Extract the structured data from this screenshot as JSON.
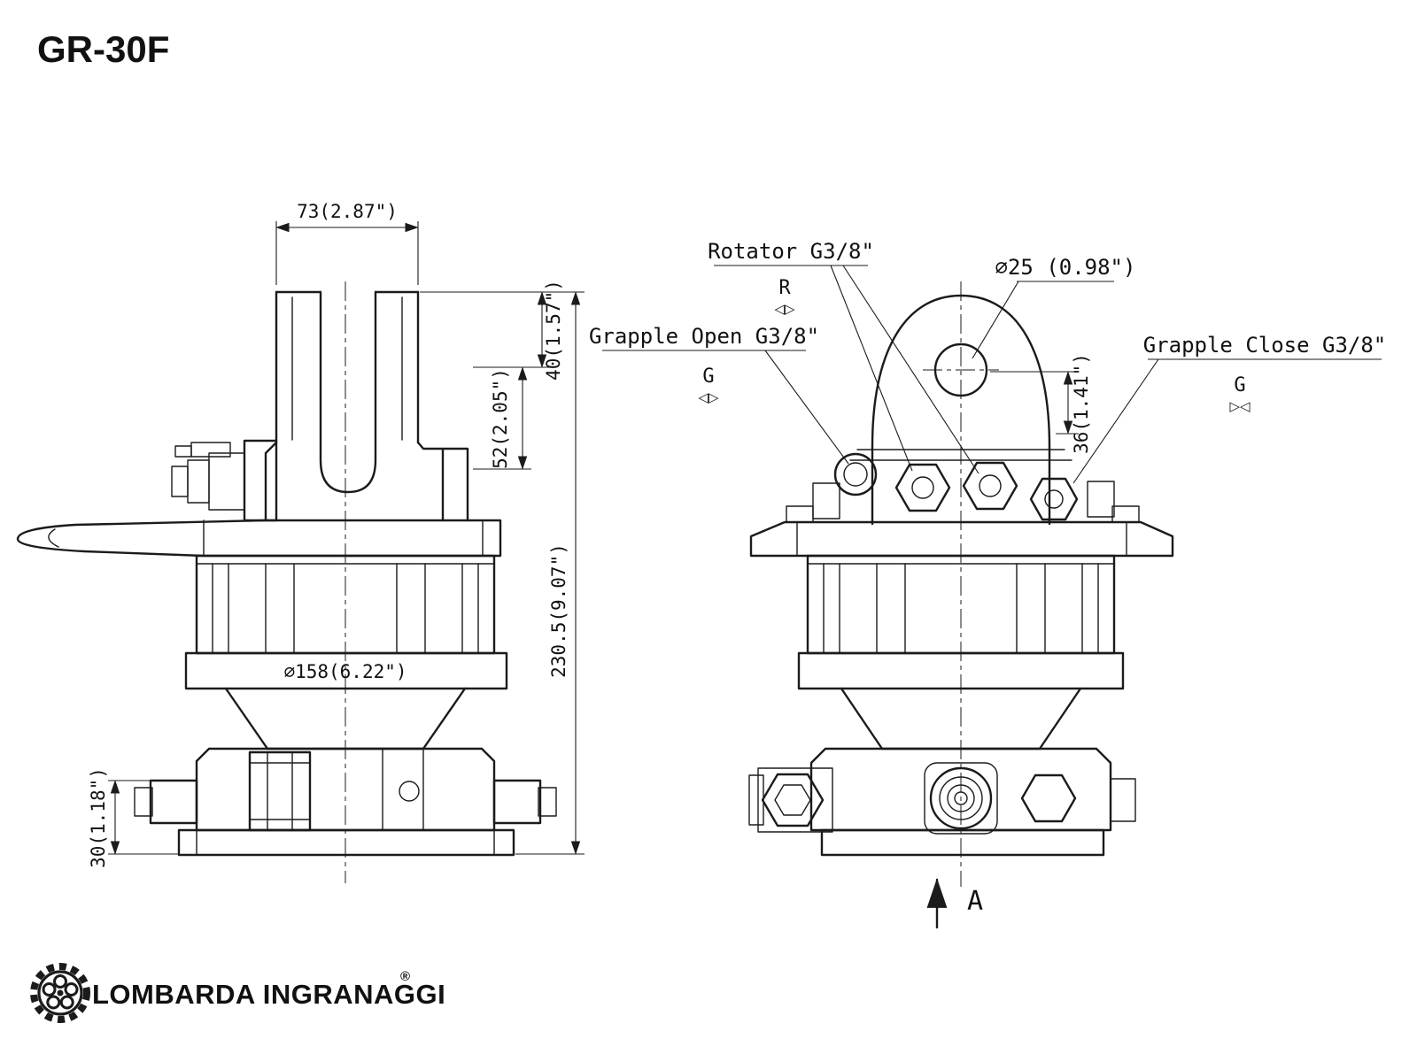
{
  "title": "GR-30F",
  "logo": {
    "name": "LOMBARDA INGRANAGGI",
    "registered": "®"
  },
  "side_view": {
    "dim_top_width": "73(2.87\")",
    "dim_upper_height": "40(1.57\")",
    "dim_mid_height": "52(2.05\")",
    "dim_total_height": "230.5(9.07\")",
    "dim_flange_diameter": "⌀158(6.22\")",
    "dim_base_height": "30(1.18\")"
  },
  "front_view": {
    "label_rotator": "Rotator G3/8\"",
    "symbol_rotator": "R",
    "arrows_rotator": "◁▷",
    "label_grapple_open": "Grapple Open G3/8\"",
    "symbol_grapple_open": "G",
    "arrows_grapple_open": "◁▷",
    "label_grapple_close": "Grapple Close G3/8\"",
    "symbol_grapple_close": "G",
    "arrows_grapple_close": "▷◁",
    "dim_hole_diameter": "⌀25 (0.98\")",
    "dim_ear_width": "36(1.41\")",
    "label_section": "A"
  }
}
